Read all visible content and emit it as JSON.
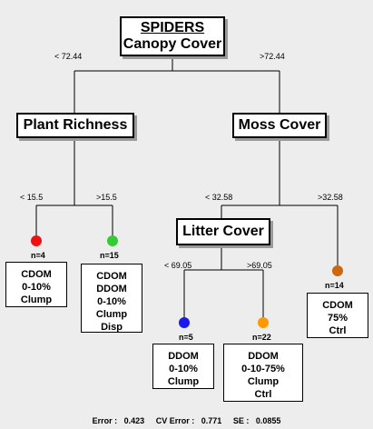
{
  "root": {
    "title": "SPIDERS",
    "subtitle": "Canopy Cover",
    "left_split": "< 72.44",
    "right_split": ">72.44"
  },
  "plant_richness": {
    "label": "Plant Richness",
    "left_split": "< 15.5",
    "right_split": ">15.5"
  },
  "moss_cover": {
    "label": "Moss Cover",
    "left_split": "< 32.58",
    "right_split": ">32.58"
  },
  "litter_cover": {
    "label": "Litter Cover",
    "left_split": "< 69.05",
    "right_split": ">69.05"
  },
  "leaves": [
    {
      "n": "n=4",
      "lines": [
        "CDOM",
        "0-10%",
        "Clump"
      ],
      "color": "#ee1111"
    },
    {
      "n": "n=15",
      "lines": [
        "CDOM",
        "DDOM",
        "0-10%",
        "Clump",
        "Disp"
      ],
      "color": "#33cc33"
    },
    {
      "n": "n=5",
      "lines": [
        "DDOM",
        "0-10%",
        "Clump"
      ],
      "color": "#1a1aee"
    },
    {
      "n": "n=22",
      "lines": [
        "DDOM",
        "0-10-75%",
        "Clump",
        "Ctrl"
      ],
      "color": "#ff9900"
    },
    {
      "n": "n=14",
      "lines": [
        "CDOM",
        "75%",
        "Ctrl"
      ],
      "color": "#cc6611"
    }
  ],
  "footer": {
    "error_label": "Error :",
    "error_value": "0.423",
    "cv_label": "CV Error :",
    "cv_value": "0.771",
    "se_label": "SE :",
    "se_value": "0.0855"
  }
}
